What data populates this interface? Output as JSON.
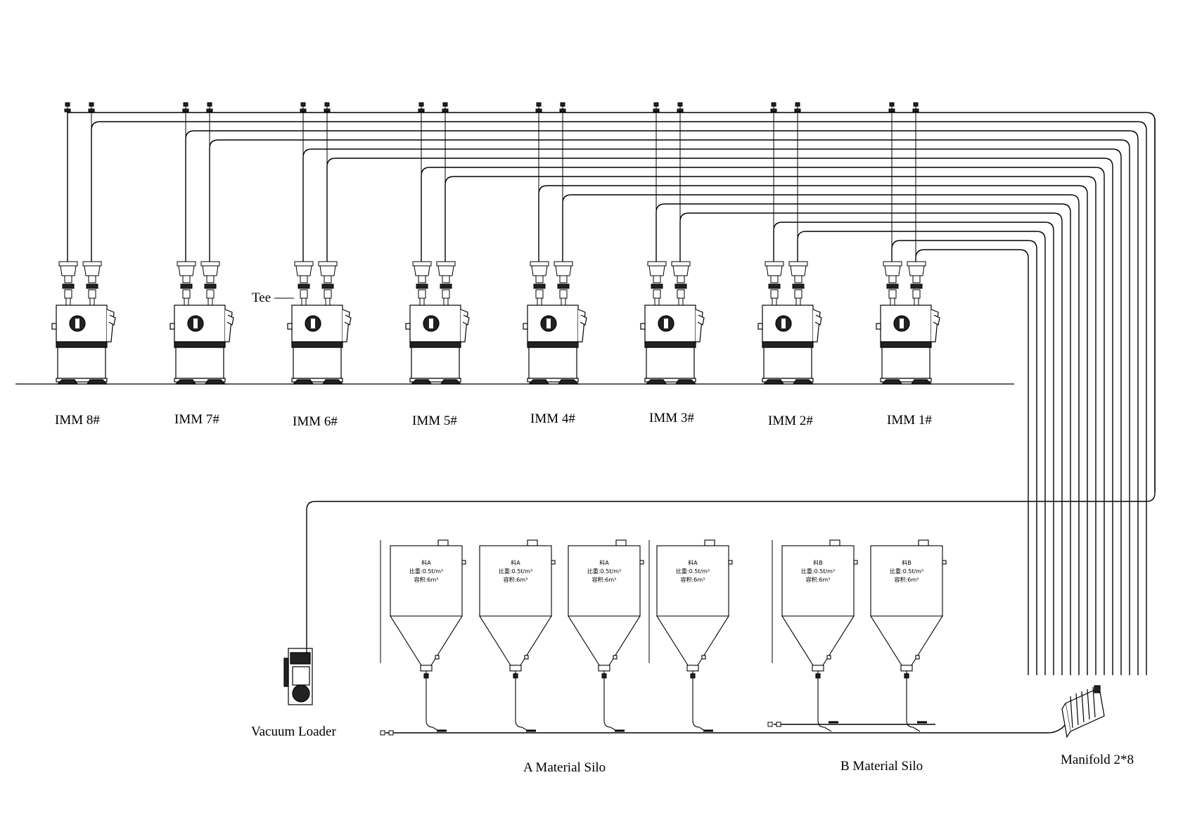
{
  "machines": [
    {
      "label": "IMM 8#"
    },
    {
      "label": "IMM 7#"
    },
    {
      "label": "IMM 6#"
    },
    {
      "label": "IMM 5#"
    },
    {
      "label": "IMM 4#"
    },
    {
      "label": "IMM 3#"
    },
    {
      "label": "IMM 2#"
    },
    {
      "label": "IMM 1#"
    }
  ],
  "tee_label": "Tee",
  "vacuum_loader_label": "Vacuum Loader",
  "manifold_label": "Manifold 2*8",
  "silo_groups": [
    {
      "label": "A Material Silo"
    },
    {
      "label": "B Material Silo"
    }
  ],
  "silos": [
    {
      "material": "料A",
      "density": "比重:0.5t/m³",
      "volume": "容积:6m³"
    },
    {
      "material": "料A",
      "density": "比重:0.5t/m³",
      "volume": "容积:6m³"
    },
    {
      "material": "料A",
      "density": "比重:0.5t/m³",
      "volume": "容积:6m³"
    },
    {
      "material": "料A",
      "density": "比重:0.5t/m³",
      "volume": "容积:6m³"
    },
    {
      "material": "料B",
      "density": "比重:0.5t/m³",
      "volume": "容积:6m³"
    },
    {
      "material": "料B",
      "density": "比重:0.5t/m³",
      "volume": "容积:6m³"
    }
  ]
}
